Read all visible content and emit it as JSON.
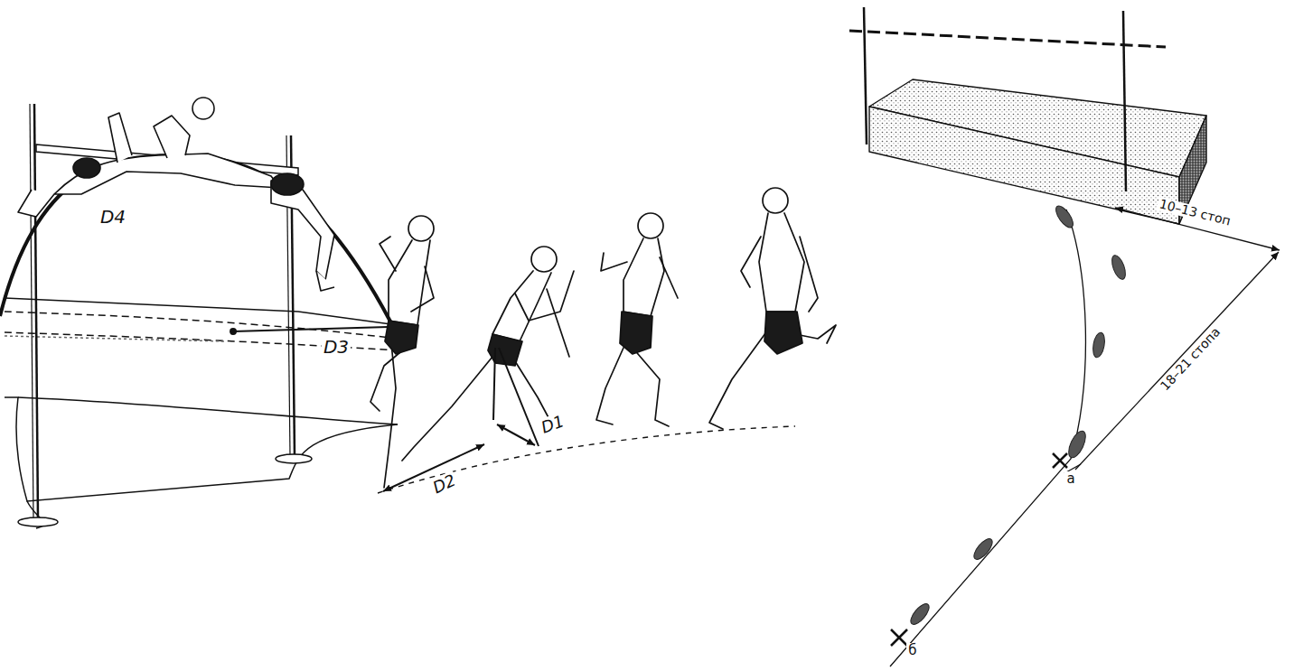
{
  "diagram": {
    "labels": [
      "D4",
      "D3",
      "D2",
      "D1",
      "10–13 стоп",
      "18–21 стопа",
      "а",
      "б"
    ]
  }
}
